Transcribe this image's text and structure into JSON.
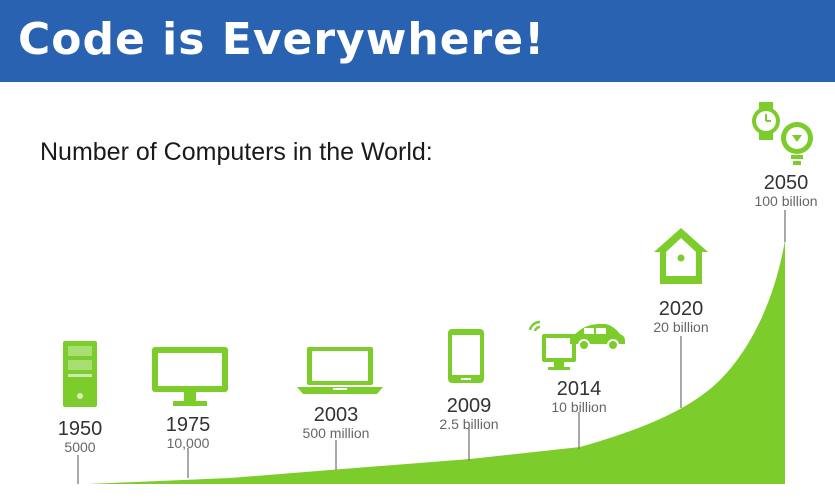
{
  "header": {
    "title": "Code is Everywhere!"
  },
  "subtitle": "Number of Computers in the World:",
  "accent_color": "#7ccc2c",
  "banner_color": "#2862b0",
  "milestones": [
    {
      "year": "1950",
      "count": "5000",
      "icon": "tower-computer-icon"
    },
    {
      "year": "1975",
      "count": "10,000",
      "icon": "desktop-monitor-icon"
    },
    {
      "year": "2003",
      "count": "500 million",
      "icon": "laptop-icon"
    },
    {
      "year": "2009",
      "count": "2.5 billion",
      "icon": "smartphone-icon"
    },
    {
      "year": "2014",
      "count": "10 billion",
      "icon": "connected-tv-car-icon"
    },
    {
      "year": "2020",
      "count": "20 billion",
      "icon": "smart-home-icon"
    },
    {
      "year": "2050",
      "count": "100 billion",
      "icon": "smartwatch-bulb-icon"
    }
  ]
}
